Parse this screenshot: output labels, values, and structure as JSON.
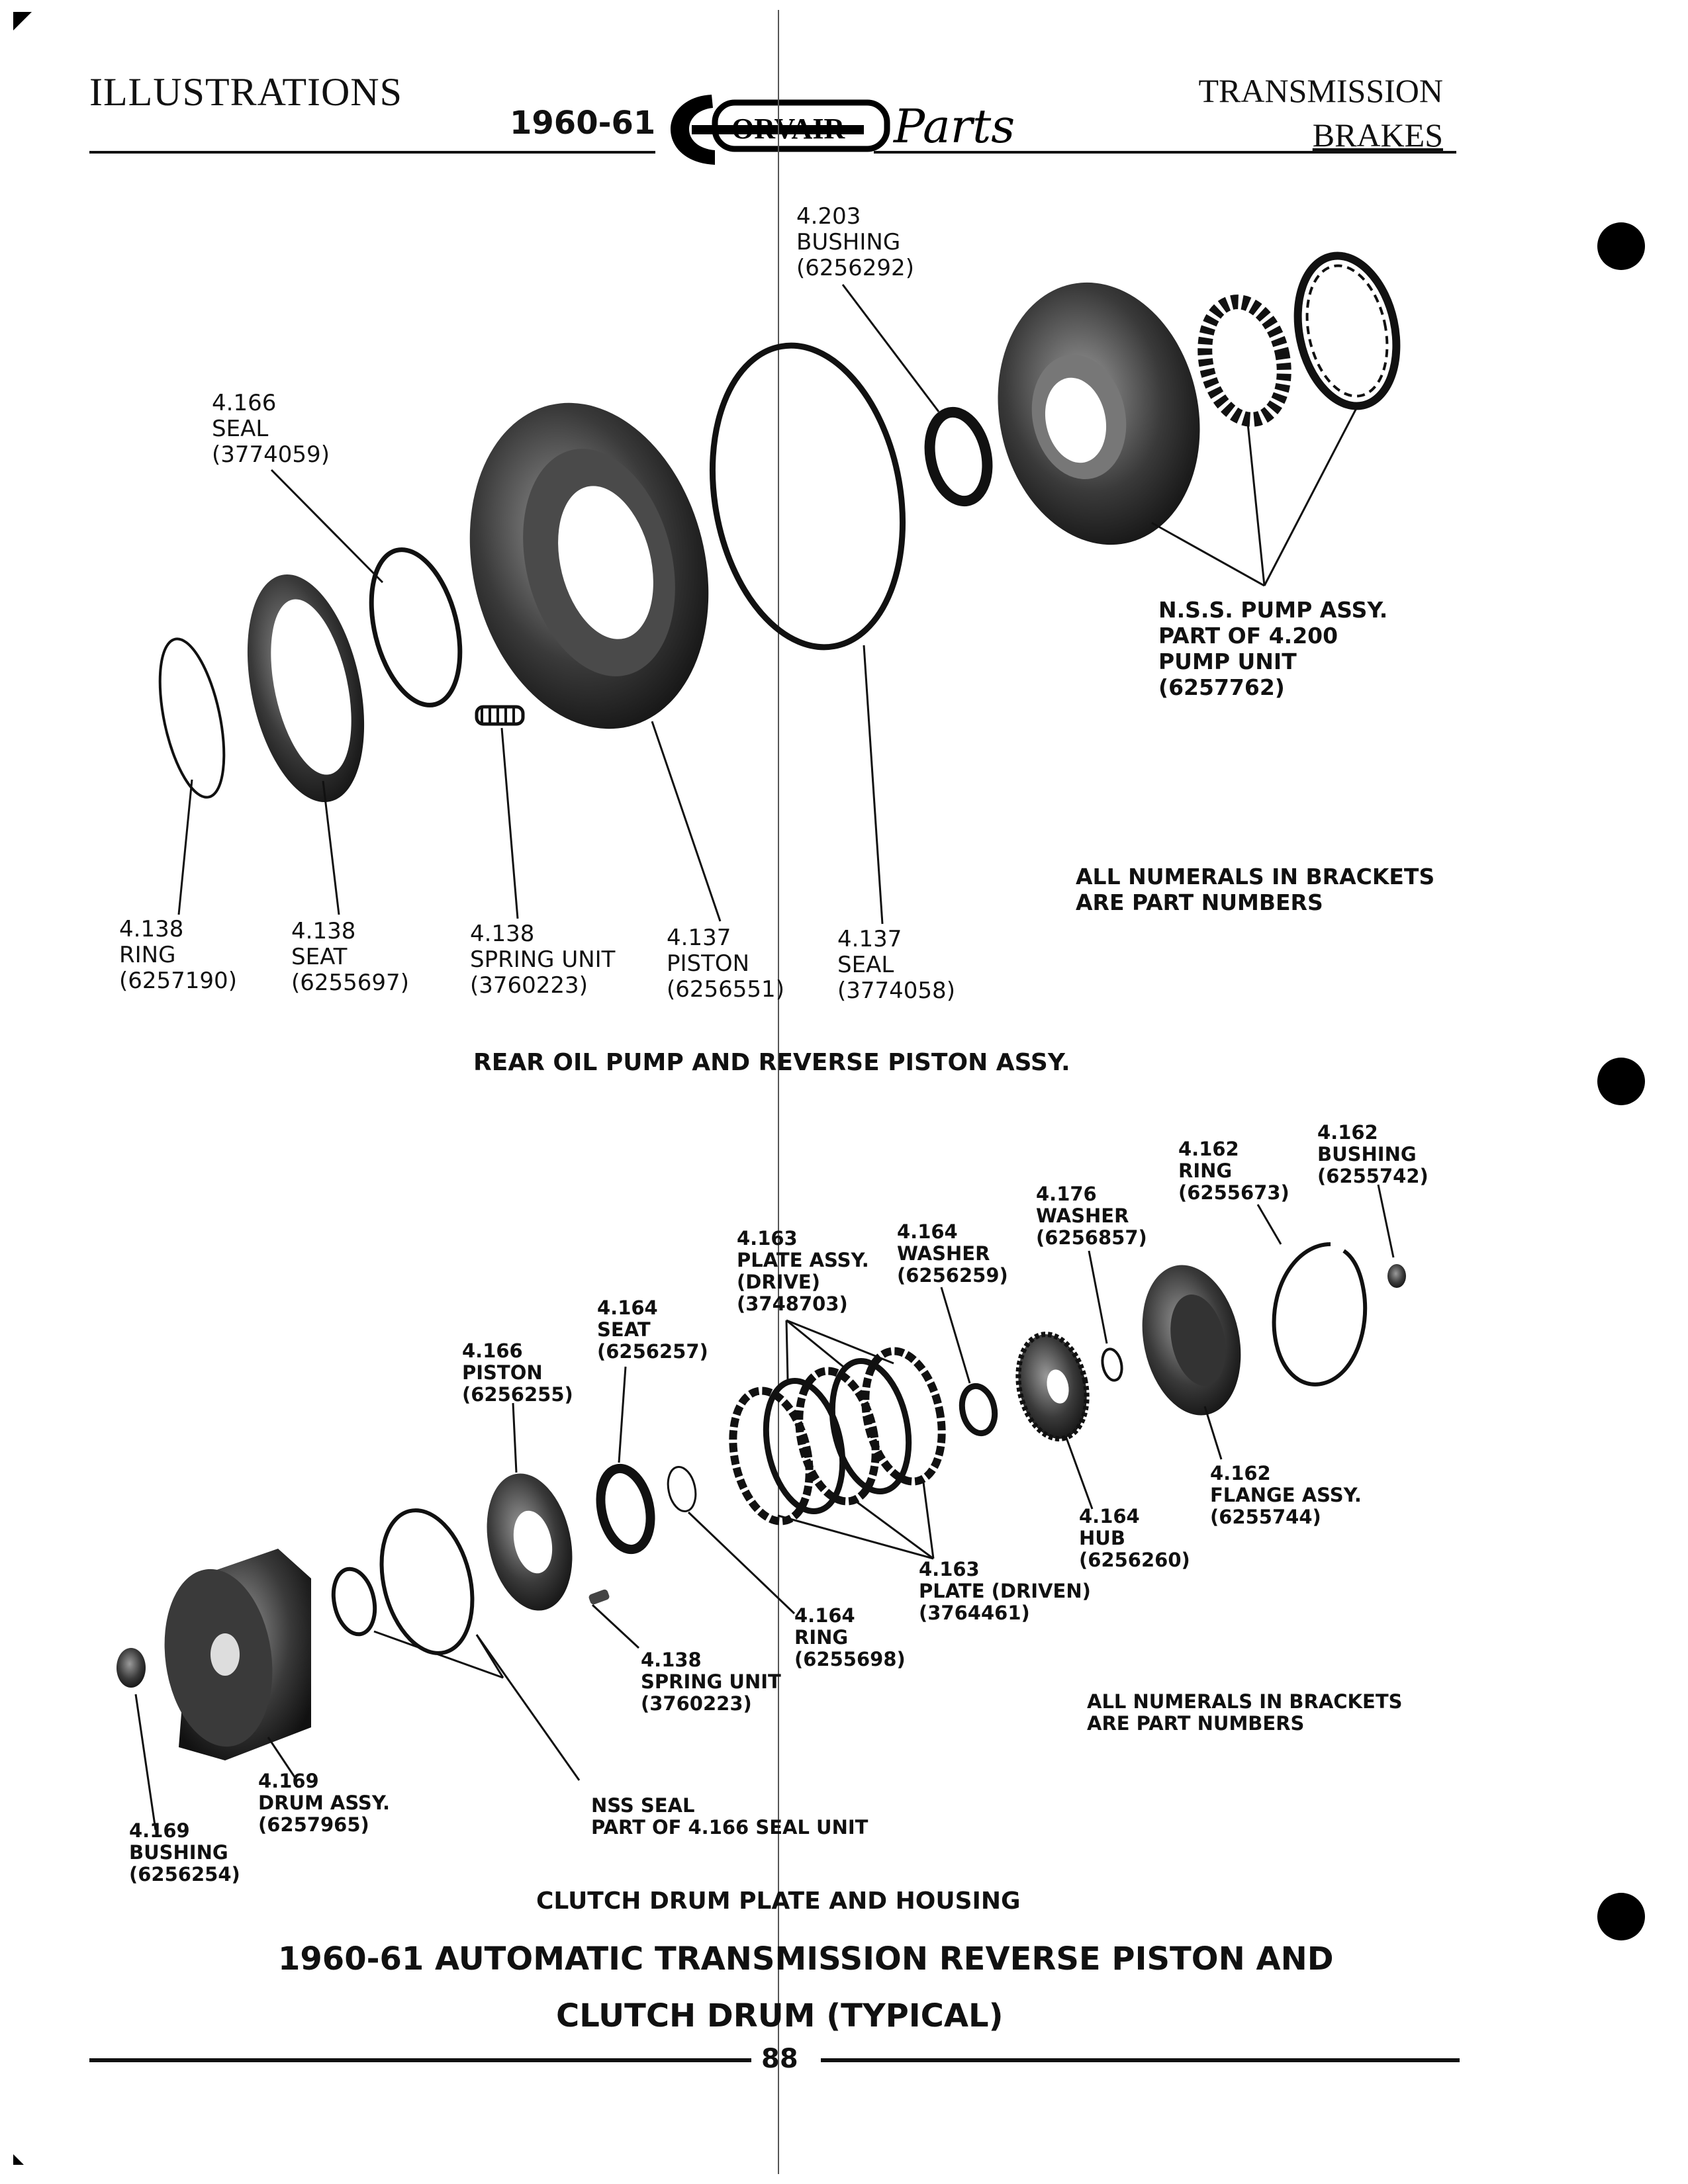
{
  "header": {
    "section": "ILLUSTRATIONS",
    "year": "1960-61",
    "brand": "ORVAIR",
    "brand_script": "Parts",
    "category_line1": "TRANSMISSION",
    "category_line2": "BRAKES"
  },
  "top_diagram": {
    "labels": {
      "bushing_4203": "4.203\nBUSHING\n(6256292)",
      "seal_4166": "4.166\nSEAL\n(3774059)",
      "pump_assy": "N.S.S. PUMP ASSY.\nPART OF 4.200\nPUMP UNIT\n(6257762)",
      "note": "ALL NUMERALS IN BRACKETS\nARE PART NUMBERS",
      "ring_4138": "4.138\nRING\n(6257190)",
      "seat_4138": "4.138\nSEAT\n(6255697)",
      "spring_4138": "4.138\nSPRING UNIT\n(3760223)",
      "piston_4137": "4.137\nPISTON\n(6256551)",
      "seal_4137": "4.137\nSEAL\n(3774058)"
    },
    "caption": "REAR OIL PUMP AND REVERSE PISTON ASSY."
  },
  "bottom_diagram": {
    "labels": {
      "ring_4162": "4.162\nRING\n(6255673)",
      "bushing_4162": "4.162\nBUSHING\n(6255742)",
      "washer_4176": "4.176\nWASHER\n(6256857)",
      "plate_drive_4163": "4.163\nPLATE ASSY.\n(DRIVE)\n(3748703)",
      "washer_4164": "4.164\nWASHER\n(6256259)",
      "seat_4164": "4.164\nSEAT\n(6256257)",
      "piston_4166": "4.166\nPISTON\n(6256255)",
      "flange_4162": "4.162\nFLANGE ASSY.\n(6255744)",
      "hub_4164": "4.164\nHUB\n(6256260)",
      "plate_driven_4163": "4.163\nPLATE (DRIVEN)\n(3764461)",
      "ring_4164": "4.164\nRING\n(6255698)",
      "spring_4138": "4.138\nSPRING UNIT\n(3760223)",
      "note": "ALL NUMERALS IN BRACKETS\nARE PART NUMBERS",
      "drum_4169": "4.169\nDRUM ASSY.\n(6257965)",
      "bushing_4169": "4.169\nBUSHING\n(6256254)",
      "nss_seal": "NSS SEAL\nPART OF 4.166 SEAL UNIT"
    },
    "caption": "CLUTCH DRUM PLATE AND HOUSING"
  },
  "page_title_line1": "1960-61 AUTOMATIC TRANSMISSION REVERSE PISTON AND",
  "page_title_line2": "CLUTCH DRUM (TYPICAL)",
  "page_number": "88"
}
